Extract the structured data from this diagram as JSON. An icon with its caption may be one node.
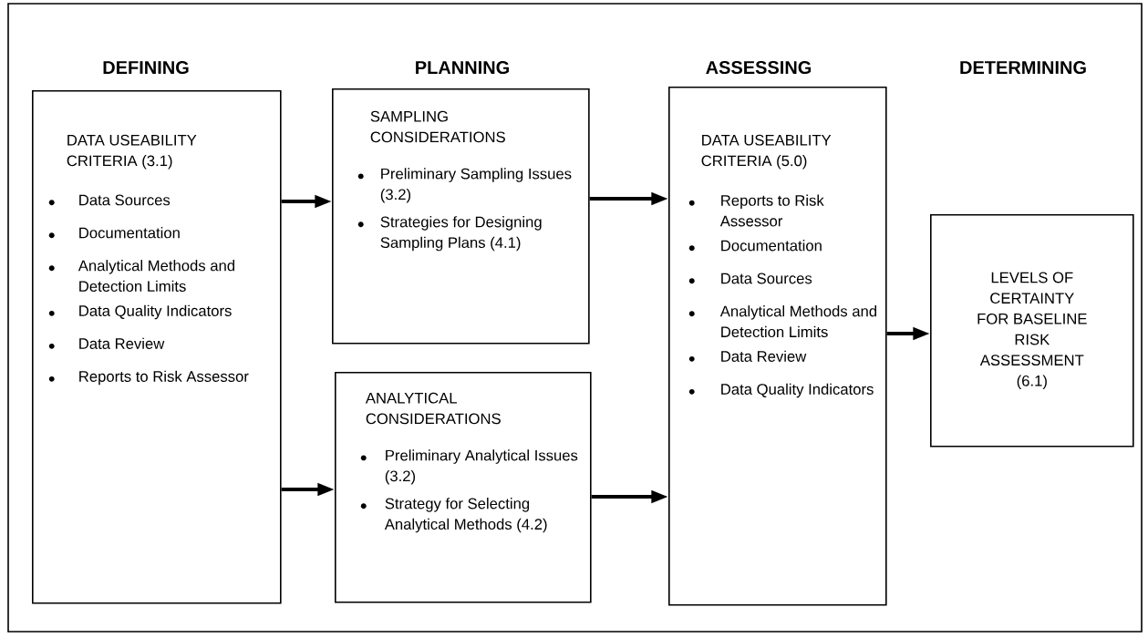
{
  "diagram": {
    "nodes": [
      {
        "text": [
          "DATA USEABILITY CRITERIA (3.1)",
          "Data Sources",
          "Documentation",
          "Analytical Methods and Detection Limits",
          "Data Quality Indicators",
          "Data Review",
          "Reports to Risk Assessor"
        ]
      },
      {
        "text": [
          "SAMPLING CONSIDERATIONS",
          "Preliminary Sampling Issues (3.2)",
          "Strategies for Designing Sampling Plans (4.1)"
        ]
      },
      {
        "text": [
          "ANALYTICAL CONSIDERATIONS",
          "Preliminary Analytical Issues (3.2)",
          "Strategy for Selecting Analytical Methods (4.2)"
        ]
      },
      {
        "text": [
          "DATA USEABILITY CRITERIA (5.0)",
          "Reports to Risk Assessor",
          "Documentation",
          "Data Sources",
          "Analytical Methods and Detection Limits",
          "Data Review",
          "Data Quality Indicators"
        ]
      },
      {
        "text": [
          "LEVELS OF CERTAINTY FOR BASELINE RISK ASSESSMENT (6.1)"
        ]
      }
    ],
    "edges": [
      {
        "from": 0,
        "to": 1,
        "arrow": "to"
      },
      {
        "from": 0,
        "to": 2,
        "arrow": "to"
      },
      {
        "from": 1,
        "to": 3,
        "arrow": "to"
      },
      {
        "from": 2,
        "to": 3,
        "arrow": "to"
      },
      {
        "from": 3,
        "to": 4,
        "arrow": "to"
      }
    ],
    "labels": [
      "DEFINING",
      "PLANNING",
      "ASSESSING",
      "DETERMINING"
    ]
  }
}
